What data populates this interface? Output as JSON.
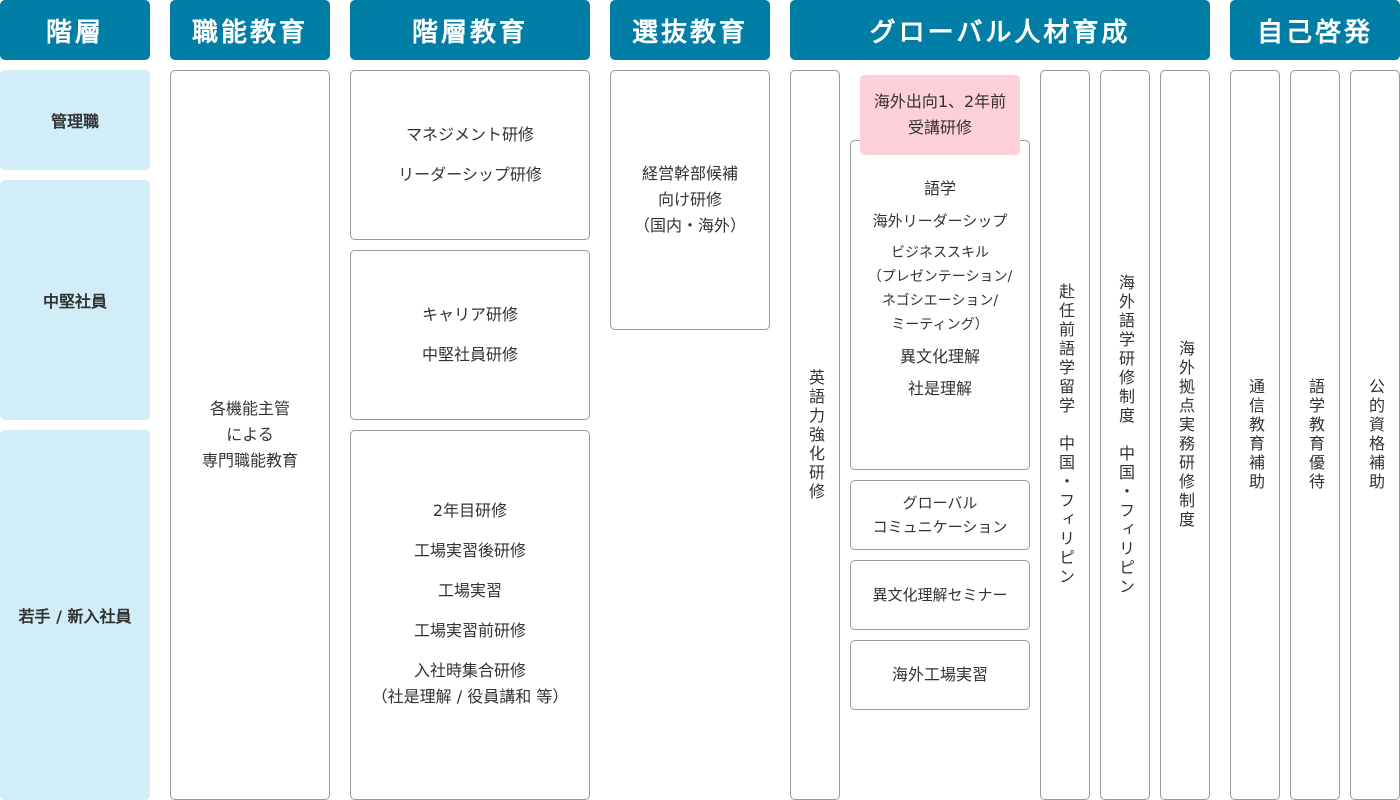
{
  "headers": {
    "level": "階層",
    "functional": "職能教育",
    "hierarchical": "階層教育",
    "selective": "選抜教育",
    "global": "グローバル人材育成",
    "self_dev": "自己啓発"
  },
  "levels": {
    "manager": "管理職",
    "mid": "中堅社員",
    "junior": "若手 / 新入社員"
  },
  "functional": {
    "text": "各機能主管\nによる\n専門職能教育"
  },
  "hierarchical": {
    "manager_items": [
      "マネジメント研修",
      "リーダーシップ研修"
    ],
    "mid_items": [
      "キャリア研修",
      "中堅社員研修"
    ],
    "junior_items": [
      "2年目研修",
      "工場実習後研修",
      "工場実習",
      "工場実習前研修",
      "入社時集合研修\n（社是理解 / 役員講和 等）"
    ]
  },
  "selective": {
    "text": "経営幹部候補\n向け研修\n（国内・海外）"
  },
  "global": {
    "english": "英語力強化研修",
    "pre_assignment_label": "海外出向1、2年前\n受講研修",
    "pre_assignment_items": [
      "語学",
      "海外リーダーシップ",
      "ビジネススキル\n（プレゼンテーション/\nネゴシエーション/\nミーティング）",
      "異文化理解",
      "社是理解"
    ],
    "global_comm": "グローバル\nコミュニケーション",
    "cross_culture_seminar": "異文化理解セミナー",
    "overseas_factory": "海外工場実習",
    "study_abroad": "赴任前語学留学　中国・フィリピン",
    "language_program": "海外語学研修制度　中国・フィリピン",
    "overseas_base": "海外拠点実務研修制度"
  },
  "self_dev": {
    "correspondence": "通信教育補助",
    "language_benefit": "語学教育優待",
    "certification": "公的資格補助"
  }
}
